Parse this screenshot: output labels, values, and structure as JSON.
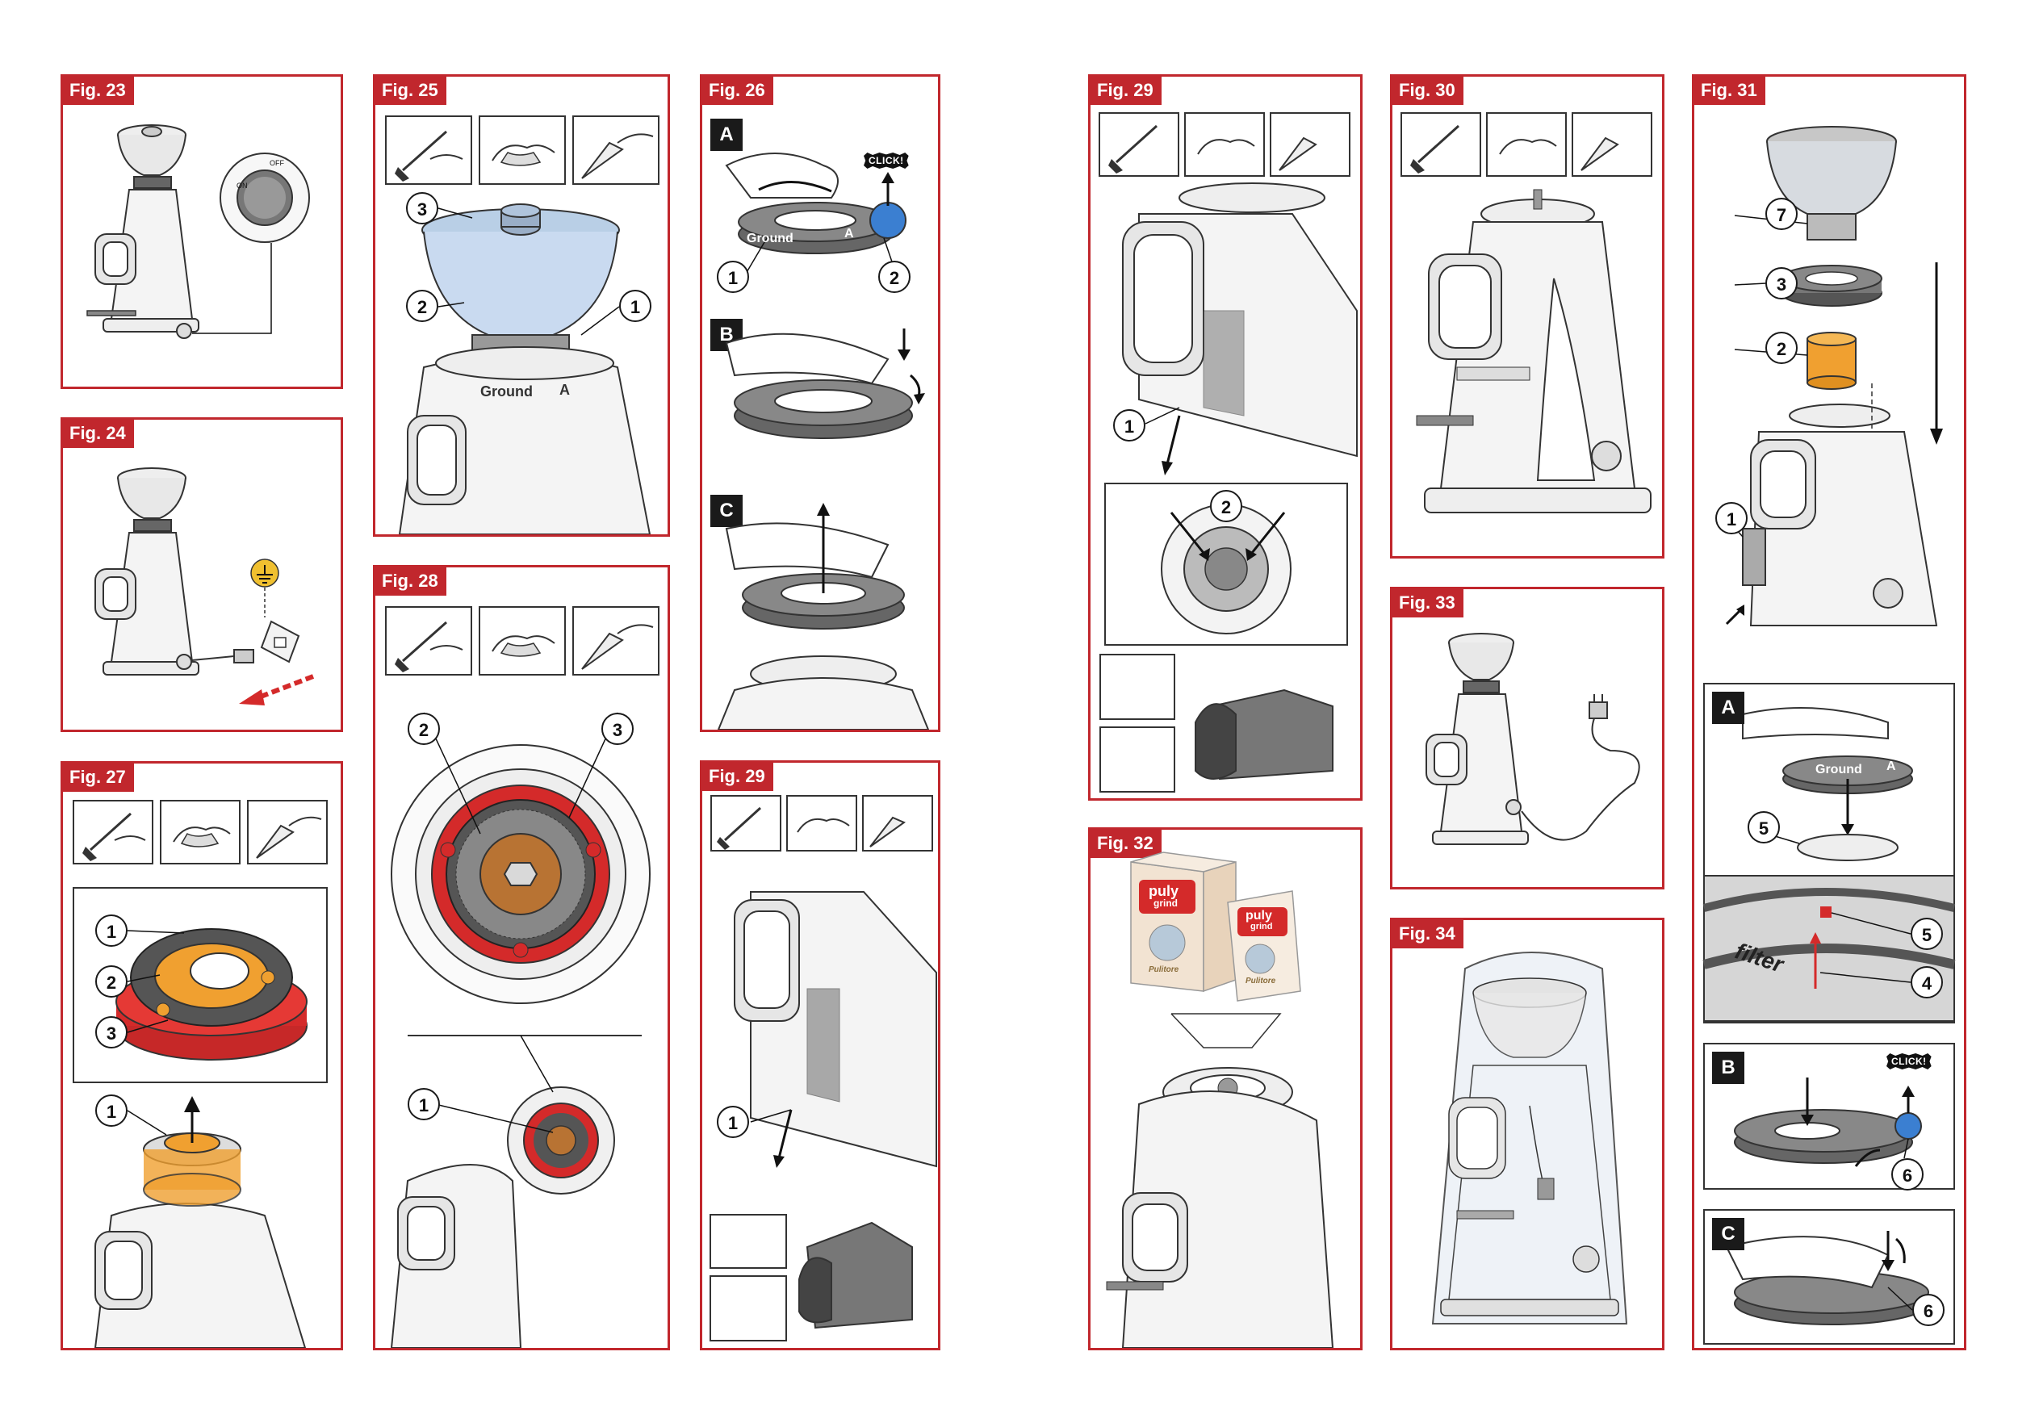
{
  "colors": {
    "frame": "#c1272d",
    "accent_orange": "#f0a030",
    "accent_red": "#d42a2a",
    "accent_blue": "#3b7fd1"
  },
  "figures": {
    "f23": {
      "label": "Fig. 23",
      "switch_on": "ON",
      "switch_off": "OFF"
    },
    "f24": {
      "label": "Fig. 24"
    },
    "f25": {
      "label": "Fig. 25",
      "callouts": [
        "3",
        "2",
        "1"
      ],
      "ring_text": "Ground",
      "ring_text_b": "A"
    },
    "f26": {
      "label": "Fig. 26",
      "steps": [
        "A",
        "B",
        "C"
      ],
      "click": "CLICK!",
      "callouts": [
        "1",
        "2"
      ],
      "ring_text": "Ground",
      "ring_text_b": "A"
    },
    "f27": {
      "label": "Fig. 27",
      "callouts": [
        "1",
        "2",
        "3",
        "1"
      ]
    },
    "f28": {
      "label": "Fig. 28",
      "callouts": [
        "2",
        "3",
        "1"
      ]
    },
    "f29a": {
      "label": "Fig. 29",
      "callouts": [
        "1"
      ]
    },
    "f29b": {
      "label": "Fig. 29",
      "callouts": [
        "1",
        "2"
      ]
    },
    "f30": {
      "label": "Fig. 30"
    },
    "f31": {
      "label": "Fig. 31",
      "callouts": [
        "7",
        "3",
        "2",
        "1",
        "5",
        "5",
        "4",
        "6",
        "6"
      ],
      "steps": [
        "A",
        "B",
        "C"
      ],
      "click": "CLICK!",
      "ring_text": "Ground",
      "ring_text_b": "A",
      "filter_text": "filter"
    },
    "f32": {
      "label": "Fig. 32",
      "brand": "puly",
      "brand_sub": "grind",
      "pack_text": "Pulitore"
    },
    "f33": {
      "label": "Fig. 33"
    },
    "f34": {
      "label": "Fig. 34"
    }
  }
}
